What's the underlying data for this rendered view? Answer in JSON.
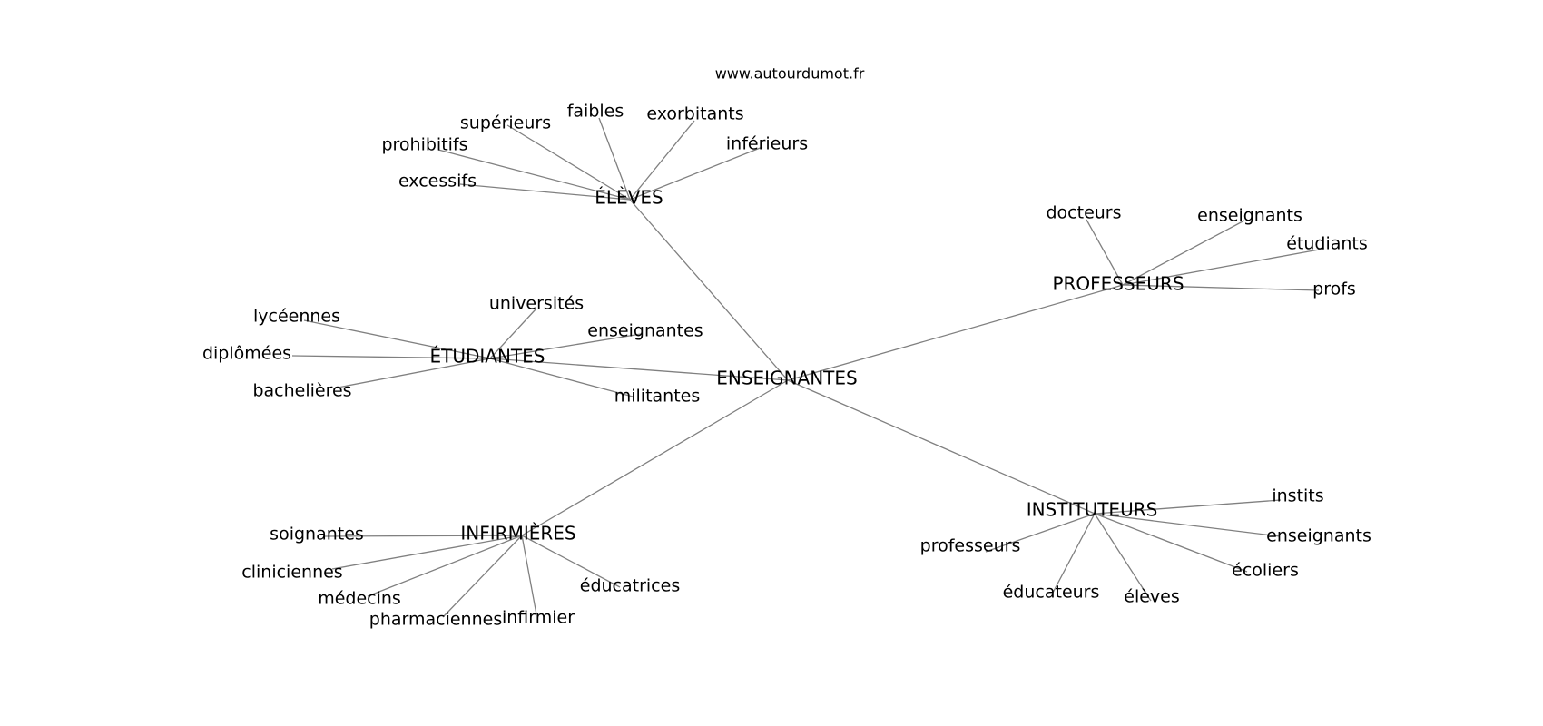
{
  "source": "www.autourdumot.fr",
  "graph": {
    "center": "ENSEIGNANTES",
    "clusters": [
      {
        "hub": "ÉLÈVES",
        "words": [
          "supérieurs",
          "faibles",
          "exorbitants",
          "inférieurs",
          "prohibitifs",
          "excessifs"
        ]
      },
      {
        "hub": "PROFESSEURS",
        "words": [
          "docteurs",
          "enseignants",
          "étudiants",
          "profs"
        ]
      },
      {
        "hub": "ÉTUDIANTES",
        "words": [
          "universités",
          "lycéennes",
          "enseignantes",
          "diplômées",
          "bachelières",
          "militantes"
        ]
      },
      {
        "hub": "INSTITUTEURS",
        "words": [
          "instits",
          "professeurs",
          "enseignants",
          "écoliers",
          "éducateurs",
          "élèves"
        ]
      },
      {
        "hub": "INFIRMIÈRES",
        "words": [
          "soignantes",
          "cliniciennes",
          "médecins",
          "pharmaciennes",
          "infirmier",
          "éducatrices"
        ]
      }
    ]
  }
}
